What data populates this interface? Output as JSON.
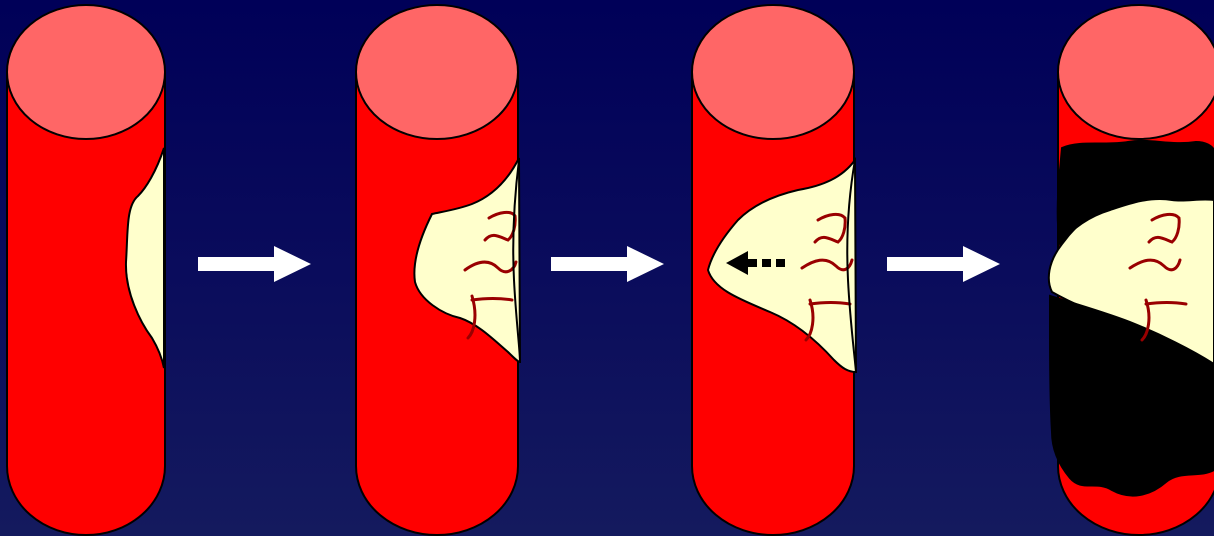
{
  "diagram": {
    "stages": [
      {
        "id": 1,
        "plaque": "thin-bulge",
        "thrombus": false,
        "dashed_arrow": false
      },
      {
        "id": 2,
        "plaque": "enlarged-lipid-core",
        "thrombus": false,
        "dashed_arrow": false
      },
      {
        "id": 3,
        "plaque": "rupture-with-leftward-extension",
        "thrombus": false,
        "dashed_arrow": true
      },
      {
        "id": 4,
        "plaque": "occluding-thrombus",
        "thrombus": true,
        "dashed_arrow": false
      }
    ],
    "transitions": 3,
    "colors": {
      "vessel": "#ff0000",
      "vessel_top": "#ff6666",
      "plaque": "#ffffcc",
      "plaque_detail": "#990000",
      "thrombus": "#000000",
      "arrow": "#ffffff",
      "outline": "#000000"
    }
  }
}
